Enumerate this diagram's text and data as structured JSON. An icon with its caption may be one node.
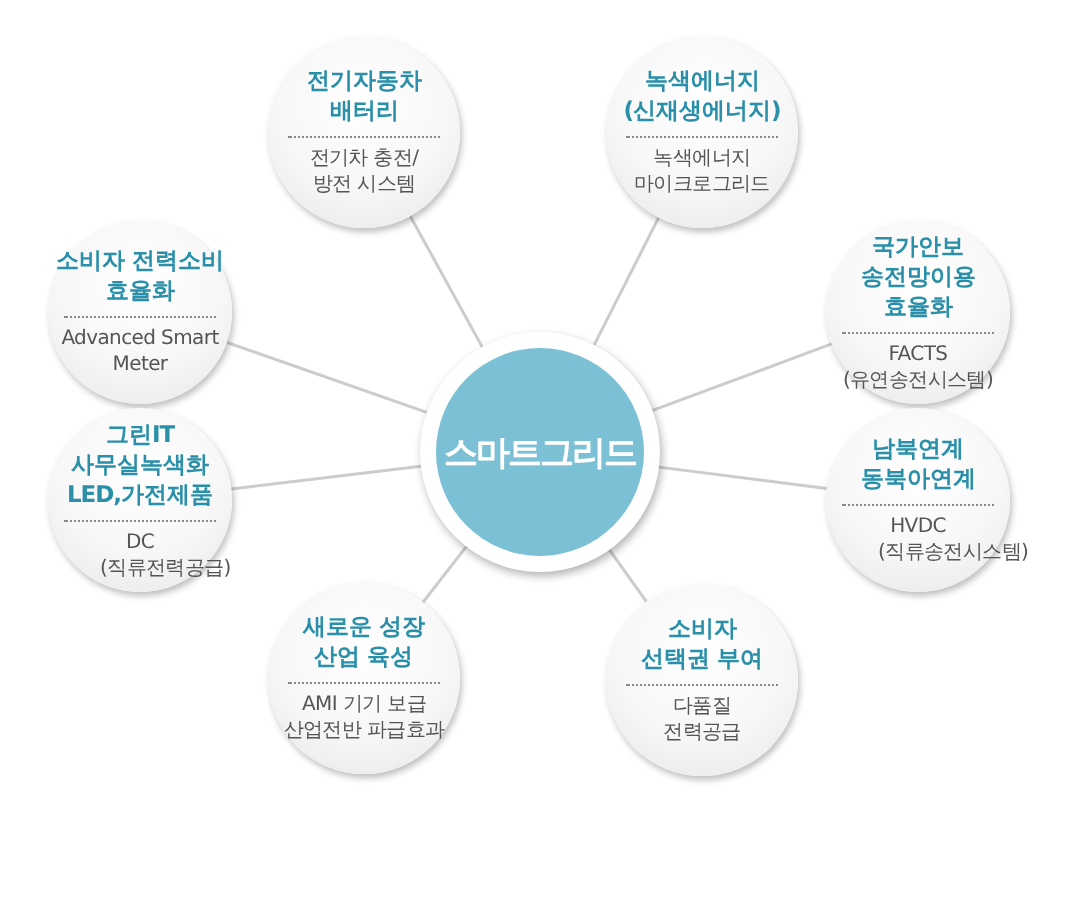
{
  "diagram": {
    "nodes": [
      {
        "text": [
          "스마트그리드"
        ]
      },
      {
        "text": [
          "전기자동차 배터리",
          "전기차 충전/ 방전 시스템"
        ]
      },
      {
        "text": [
          "녹색에너지 (신재생에너지)",
          "녹색에너지 마이크로그리드"
        ]
      },
      {
        "text": [
          "소비자 전력소비 효율화",
          "Advanced Smart Meter"
        ]
      },
      {
        "text": [
          "국가안보 송전망이용 효율화",
          "FACTS (유연송전시스템)"
        ]
      },
      {
        "text": [
          "그린IT 사무실녹색화 LED,가전제품",
          "DC (직류전력공급)"
        ]
      },
      {
        "text": [
          "남북연계 동북아연계",
          "HVDC (직류송전시스템)"
        ]
      },
      {
        "text": [
          "새로운 성장 산업 육성",
          "AMI 기기 보급 산업전반 파급효과"
        ]
      },
      {
        "text": [
          "소비자 선택권 부여",
          "다품질 전력공급"
        ]
      }
    ],
    "edges": [
      {
        "from": 0,
        "to": 1,
        "arrow": "none"
      },
      {
        "from": 0,
        "to": 2,
        "arrow": "none"
      },
      {
        "from": 0,
        "to": 3,
        "arrow": "none"
      },
      {
        "from": 0,
        "to": 4,
        "arrow": "none"
      },
      {
        "from": 0,
        "to": 5,
        "arrow": "none"
      },
      {
        "from": 0,
        "to": 6,
        "arrow": "none"
      },
      {
        "from": 0,
        "to": 7,
        "arrow": "none"
      },
      {
        "from": 0,
        "to": 8,
        "arrow": "none"
      }
    ]
  }
}
